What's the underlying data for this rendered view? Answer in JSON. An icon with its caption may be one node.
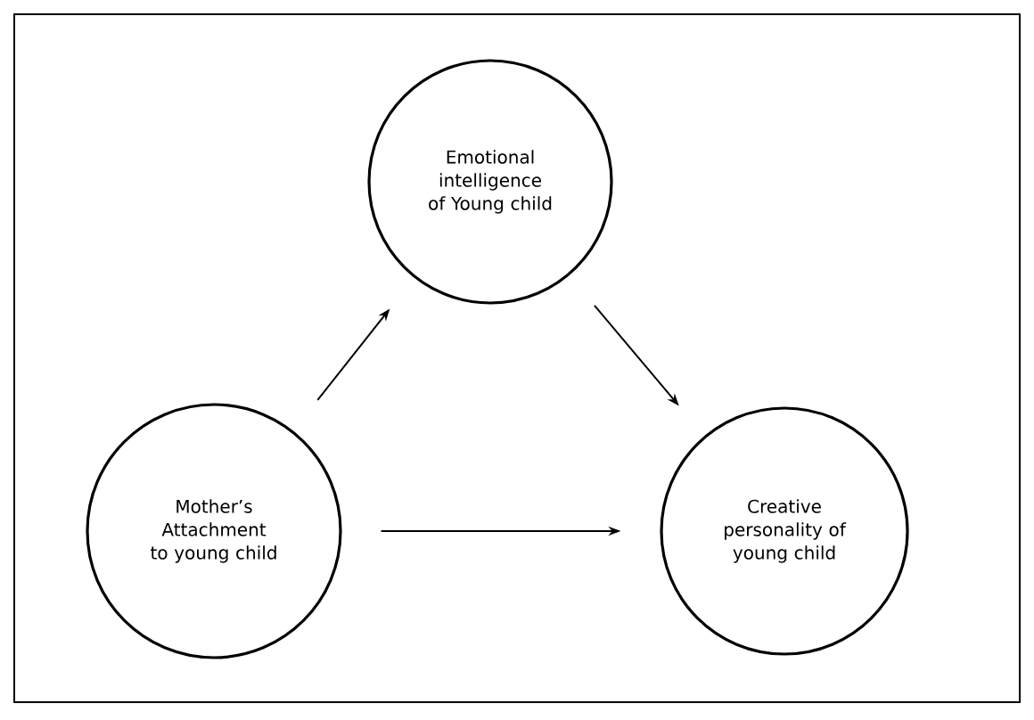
{
  "diagram": {
    "nodes": [
      {
        "text": [
          "Emotional intelligence of Young child"
        ]
      },
      {
        "text": [
          "Mother’s Attachment to young child"
        ]
      },
      {
        "text": [
          "Creative personality of young child"
        ]
      }
    ],
    "edges": [
      {
        "from": 1,
        "to": 0,
        "arrow": "to"
      },
      {
        "from": 0,
        "to": 2,
        "arrow": "to"
      },
      {
        "from": 1,
        "to": 2,
        "arrow": "to"
      }
    ]
  }
}
